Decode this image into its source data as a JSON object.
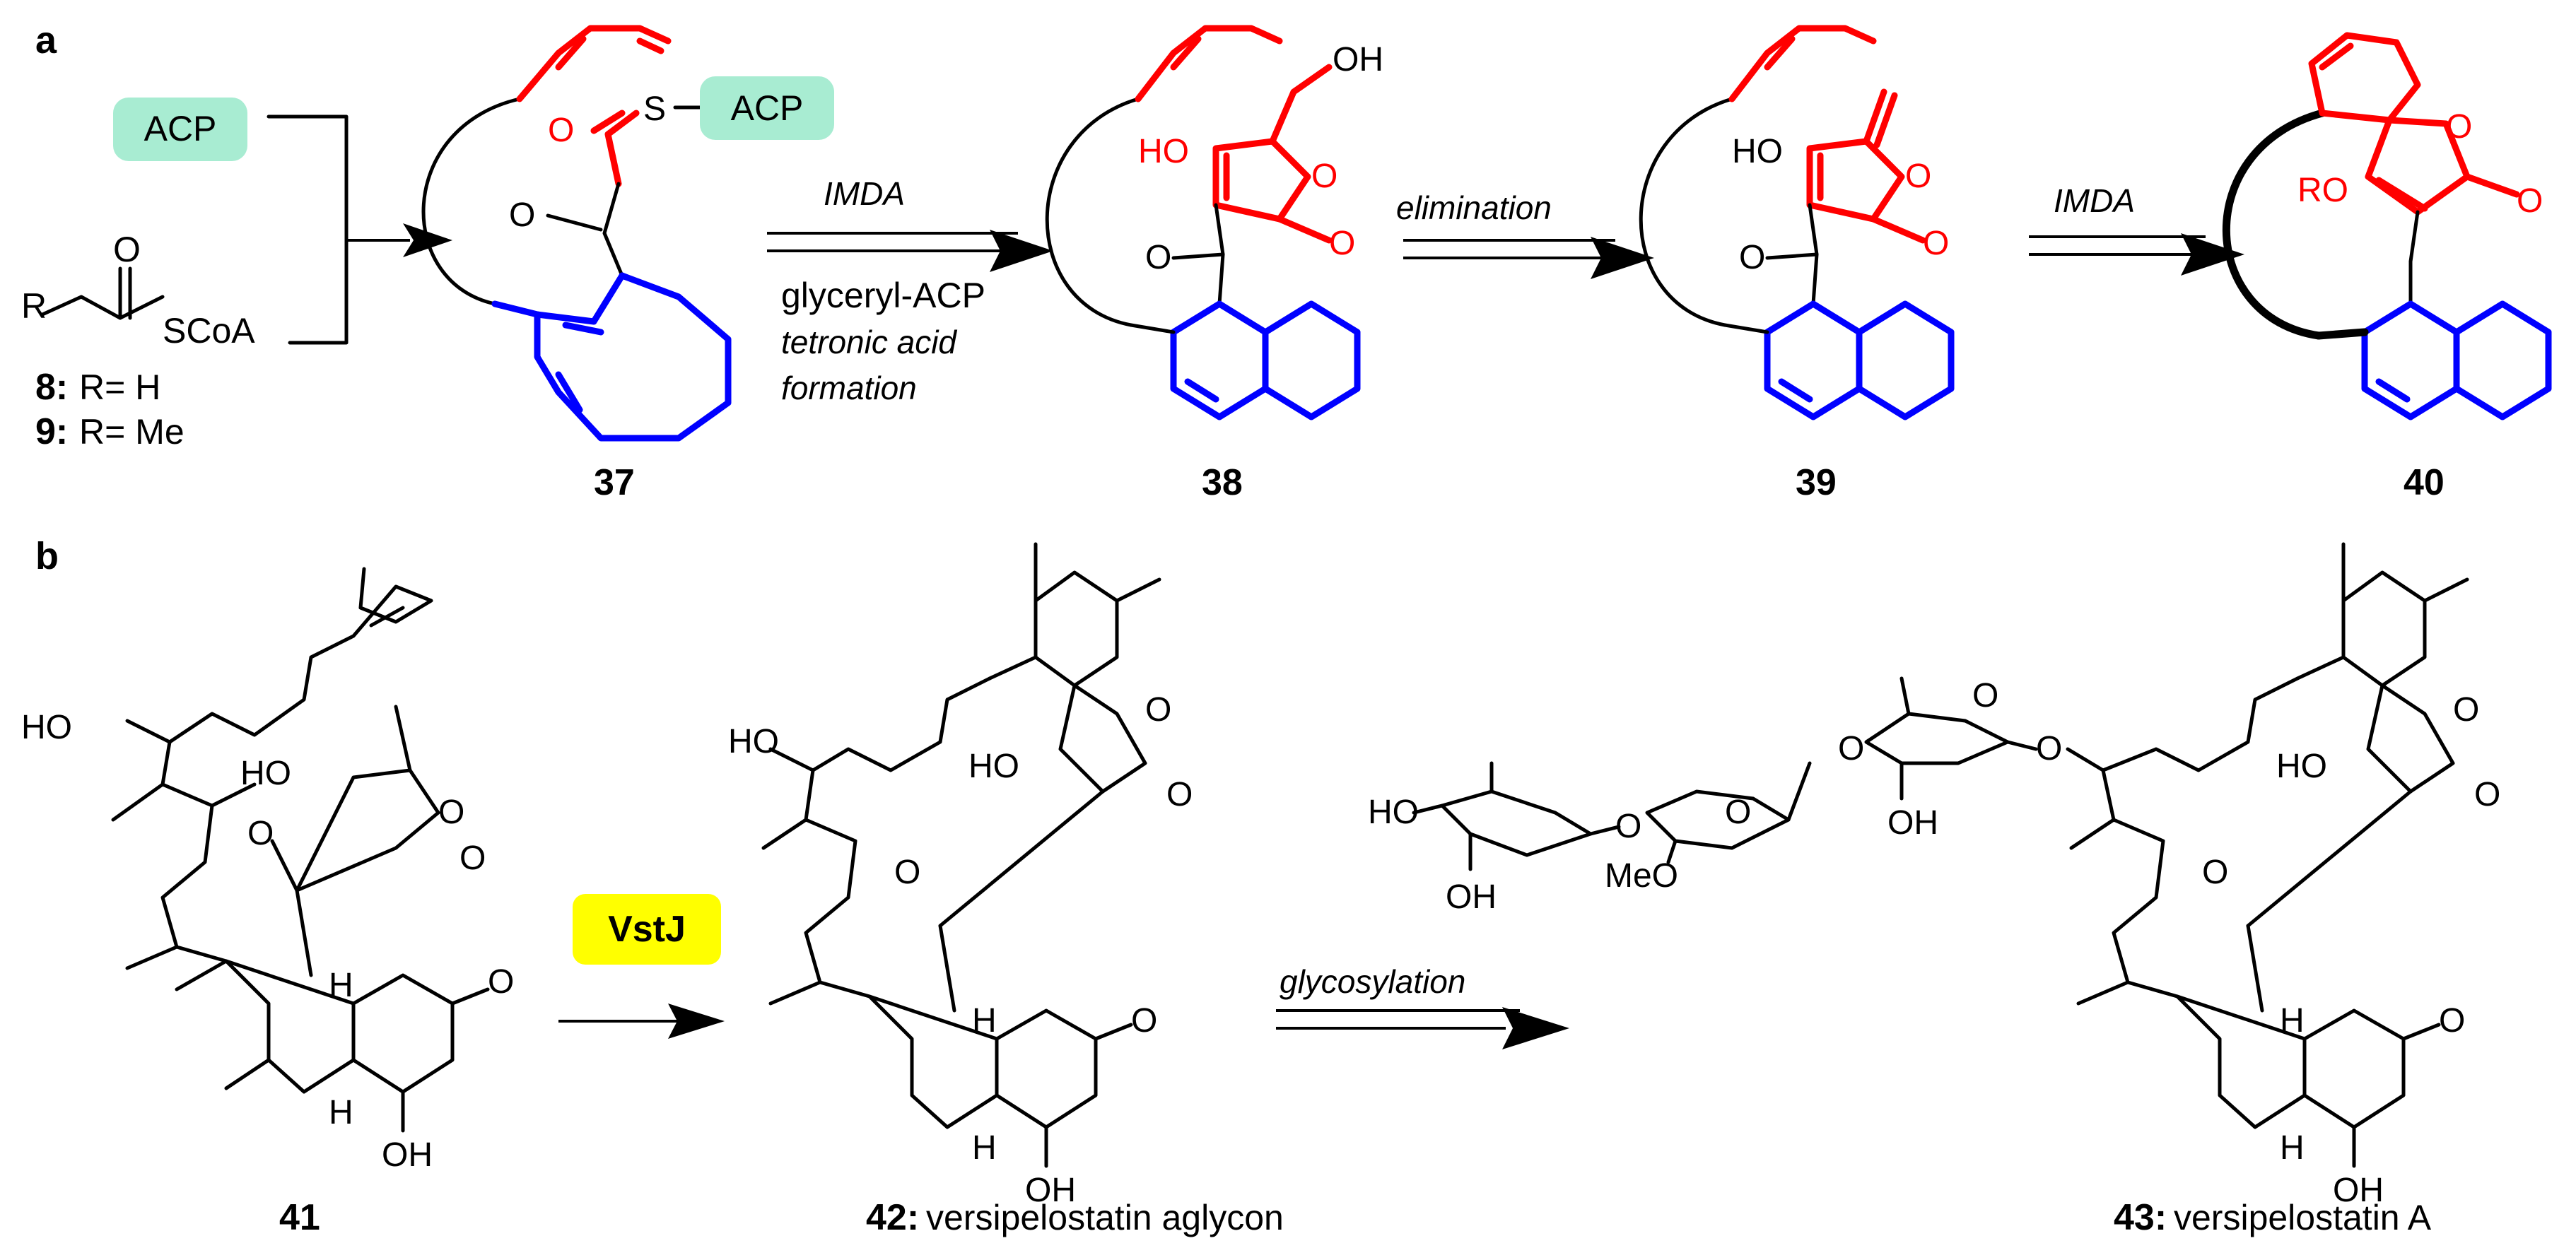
{
  "panel_a": {
    "label": "a",
    "acp_badge_1": "ACP",
    "acp_badge_2": "ACP",
    "acyl_r": "R",
    "acyl_o": "O",
    "acyl_scoa": "SCoA",
    "cmpd8_num": "8:",
    "cmpd8_desc": "R= H",
    "cmpd9_num": "9:",
    "cmpd9_desc": "R= Me",
    "c37_o1": "O",
    "c37_s": "S",
    "c37_o2": "O",
    "c37_label": "37",
    "arrow1_top": "IMDA",
    "arrow1_bottom_1": "glyceryl-ACP",
    "arrow1_bottom_2": "tetronic acid",
    "arrow1_bottom_3": "formation",
    "c38_oh_top": "OH",
    "c38_ho": "HO",
    "c38_o_ring": "O",
    "c38_o_co": "O",
    "c38_o_ketone": "O",
    "c38_label": "38",
    "arrow2_top": "elimination",
    "c39_ho": "HO",
    "c39_o_ring": "O",
    "c39_o_co": "O",
    "c39_o_ketone": "O",
    "c39_label": "39",
    "arrow3_top": "IMDA",
    "c40_ro": "RO",
    "c40_o_ring": "O",
    "c40_o_co": "O",
    "c40_label": "40"
  },
  "panel_b": {
    "label": "b",
    "c41_ho": "HO",
    "c41_ho2": "HO",
    "c41_o_ring": "O",
    "c41_o_co": "O",
    "c41_o_ketone": "O",
    "c41_o_dec": "O",
    "c41_h1": "H",
    "c41_h2": "H",
    "c41_oh": "OH",
    "c41_label": "41",
    "enzyme": "VstJ",
    "c42_ho": "HO",
    "c42_ho2": "HO",
    "c42_o_ring": "O",
    "c42_o_co": "O",
    "c42_o_ketone": "O",
    "c42_o_dec": "O",
    "c42_h1": "H",
    "c42_h2": "H",
    "c42_oh": "OH",
    "c42_num": "42:",
    "c42_name": "versipelostatin aglycon",
    "arrow5_top": "glycosylation",
    "sugar_ho": "HO",
    "sugar_oh": "OH",
    "sugar_o1": "O",
    "sugar_meo": "MeO",
    "sugar_o2": "O",
    "sugar_o3": "O",
    "sugar_oh2": "OH",
    "sugar_o4": "O",
    "sugar_o5": "O",
    "c43_ho": "HO",
    "c43_o_ring": "O",
    "c43_o_co": "O",
    "c43_o_ketone": "O",
    "c43_o_dec": "O",
    "c43_h1": "H",
    "c43_h2": "H",
    "c43_oh": "OH",
    "c43_num": "43:",
    "c43_name": "versipelostatin A"
  },
  "colors": {
    "acp_badge": "#a8ecd2",
    "enzyme_badge": "#ffff00",
    "tetronate": "#ff0000",
    "decalin": "#0000ff"
  }
}
